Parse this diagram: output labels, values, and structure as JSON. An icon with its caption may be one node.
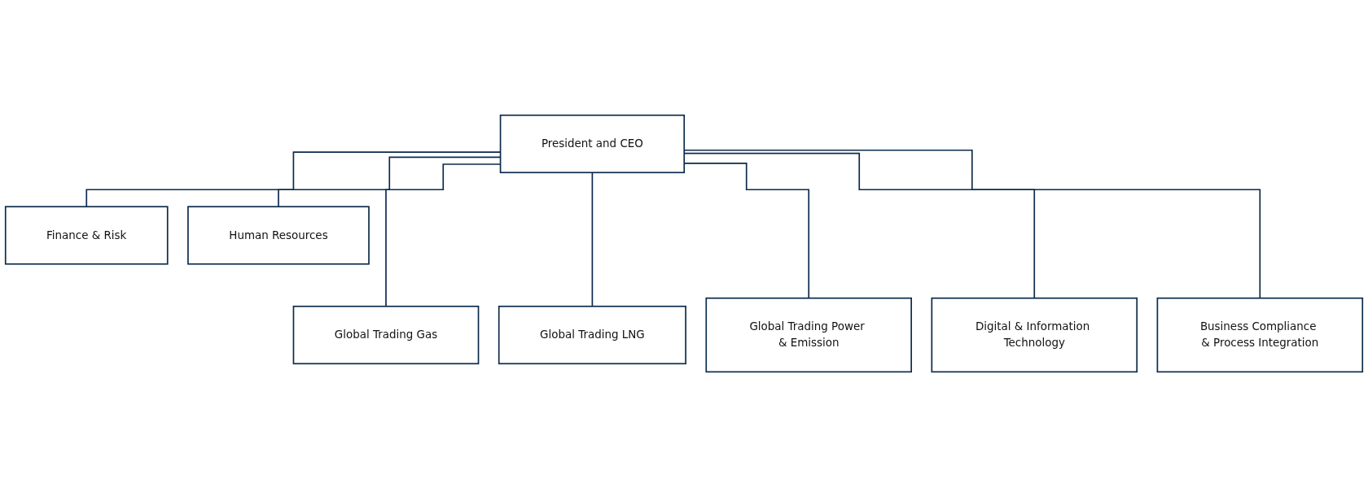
{
  "diagram": {
    "nodes": [
      {
        "text": [
          "President and CEO"
        ]
      },
      {
        "text": [
          "Finance & Risk"
        ]
      },
      {
        "text": [
          "Human Resources"
        ]
      },
      {
        "text": [
          "Global Trading Gas"
        ]
      },
      {
        "text": [
          "Global Trading LNG"
        ]
      },
      {
        "text": [
          "Global Trading Power & Emission"
        ]
      },
      {
        "text": [
          "Digital & Information Technology"
        ]
      },
      {
        "text": [
          "Business Compliance & Process Integration"
        ]
      }
    ],
    "edges": [
      {
        "from": 0,
        "to": 1,
        "arrow": "none"
      },
      {
        "from": 0,
        "to": 2,
        "arrow": "none"
      },
      {
        "from": 0,
        "to": 3,
        "arrow": "none"
      },
      {
        "from": 0,
        "to": 4,
        "arrow": "none"
      },
      {
        "from": 0,
        "to": 5,
        "arrow": "none"
      },
      {
        "from": 0,
        "to": 6,
        "arrow": "none"
      },
      {
        "from": 0,
        "to": 7,
        "arrow": "none"
      }
    ]
  }
}
